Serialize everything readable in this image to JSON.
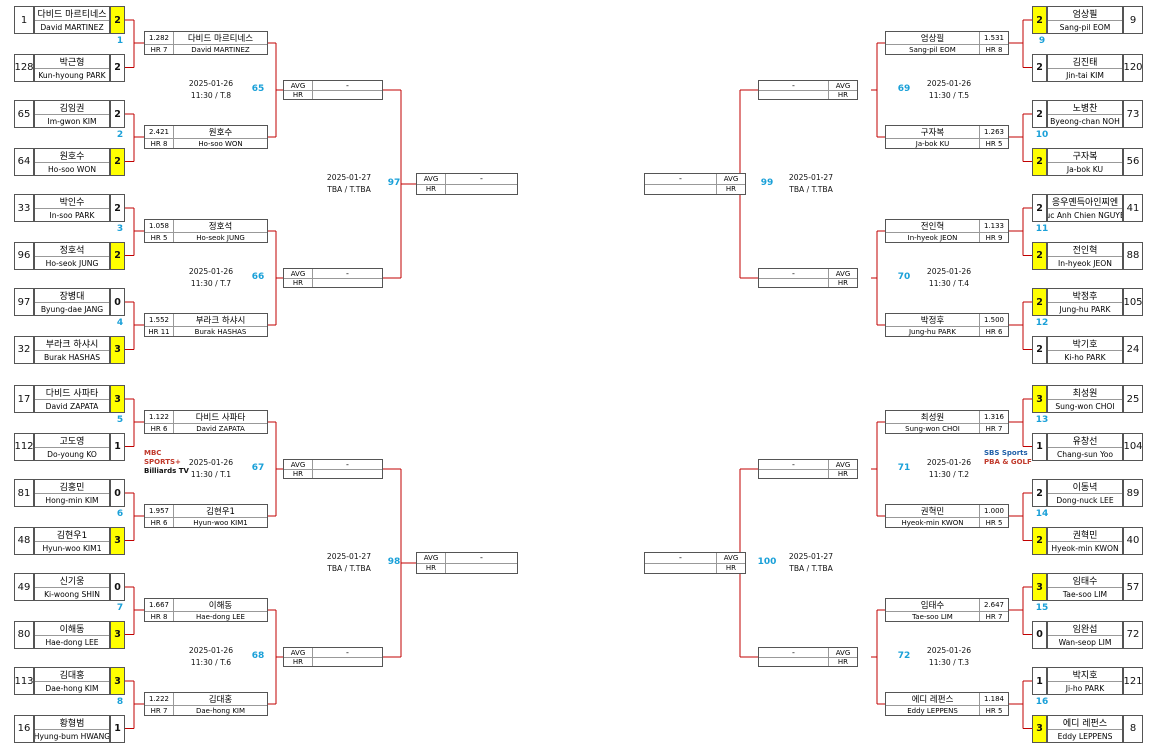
{
  "labels": {
    "avg": "AVG",
    "hr": "HR",
    "dash": "-"
  },
  "logos": {
    "left": {
      "top": "MBC SPORTS+",
      "bottom": "Billiards TV"
    },
    "right": {
      "top": "SBS Sports",
      "bottom": "PBA & GOLF"
    }
  },
  "colors": {
    "winner": "#ffff00",
    "game_number": "#1aa0d8",
    "connector": "#c00000"
  },
  "r1": [
    {
      "game": "1",
      "players": [
        {
          "seed": "1",
          "ko": "다비드 마르티네스",
          "en": "David MARTINEZ",
          "score": "2",
          "win": true
        },
        {
          "seed": "128",
          "ko": "박근형",
          "en": "Kun-hyoung PARK",
          "score": "2",
          "win": false
        }
      ]
    },
    {
      "game": "2",
      "players": [
        {
          "seed": "65",
          "ko": "김임권",
          "en": "Im-gwon KIM",
          "score": "2",
          "win": false
        },
        {
          "seed": "64",
          "ko": "원호수",
          "en": "Ho-soo WON",
          "score": "2",
          "win": true
        }
      ]
    },
    {
      "game": "3",
      "players": [
        {
          "seed": "33",
          "ko": "박인수",
          "en": "In-soo PARK",
          "score": "2",
          "win": false
        },
        {
          "seed": "96",
          "ko": "정호석",
          "en": "Ho-seok JUNG",
          "score": "2",
          "win": true
        }
      ]
    },
    {
      "game": "4",
      "players": [
        {
          "seed": "97",
          "ko": "장병대",
          "en": "Byung-dae JANG",
          "score": "0",
          "win": false
        },
        {
          "seed": "32",
          "ko": "부라크 하샤시",
          "en": "Burak HASHAS",
          "score": "3",
          "win": true
        }
      ]
    },
    {
      "game": "5",
      "players": [
        {
          "seed": "17",
          "ko": "다비드 사파타",
          "en": "David ZAPATA",
          "score": "3",
          "win": true
        },
        {
          "seed": "112",
          "ko": "고도영",
          "en": "Do-young KO",
          "score": "1",
          "win": false
        }
      ]
    },
    {
      "game": "6",
      "players": [
        {
          "seed": "81",
          "ko": "김홍민",
          "en": "Hong-min KIM",
          "score": "0",
          "win": false
        },
        {
          "seed": "48",
          "ko": "김현우1",
          "en": "Hyun-woo KIM1",
          "score": "3",
          "win": true
        }
      ]
    },
    {
      "game": "7",
      "players": [
        {
          "seed": "49",
          "ko": "신기웅",
          "en": "Ki-woong SHIN",
          "score": "0",
          "win": false
        },
        {
          "seed": "80",
          "ko": "이해동",
          "en": "Hae-dong LEE",
          "score": "3",
          "win": true
        }
      ]
    },
    {
      "game": "8",
      "players": [
        {
          "seed": "113",
          "ko": "김대홍",
          "en": "Dae-hong KIM",
          "score": "3",
          "win": true
        },
        {
          "seed": "16",
          "ko": "황형범",
          "en": "Hyung-bum HWANG",
          "score": "1",
          "win": false
        }
      ]
    },
    {
      "game": "9",
      "players": [
        {
          "seed": "9",
          "ko": "엄상필",
          "en": "Sang-pil EOM",
          "score": "2",
          "win": true
        },
        {
          "seed": "120",
          "ko": "김진태",
          "en": "Jin-tai KIM",
          "score": "2",
          "win": false
        }
      ]
    },
    {
      "game": "10",
      "players": [
        {
          "seed": "73",
          "ko": "노병찬",
          "en": "Byeong-chan NOH",
          "score": "2",
          "win": false
        },
        {
          "seed": "56",
          "ko": "구자복",
          "en": "Ja-bok KU",
          "score": "2",
          "win": true
        }
      ]
    },
    {
      "game": "11",
      "players": [
        {
          "seed": "41",
          "ko": "응우옌득아인찌엔",
          "en": "Duc Anh Chien NGUYEN",
          "score": "2",
          "win": false
        },
        {
          "seed": "88",
          "ko": "전인혁",
          "en": "In-hyeok JEON",
          "score": "2",
          "win": true
        }
      ]
    },
    {
      "game": "12",
      "players": [
        {
          "seed": "105",
          "ko": "박정후",
          "en": "Jung-hu PARK",
          "score": "2",
          "win": true
        },
        {
          "seed": "24",
          "ko": "박기호",
          "en": "Ki-ho PARK",
          "score": "2",
          "win": false
        }
      ]
    },
    {
      "game": "13",
      "players": [
        {
          "seed": "25",
          "ko": "최성원",
          "en": "Sung-won CHOI",
          "score": "3",
          "win": true
        },
        {
          "seed": "104",
          "ko": "유창선",
          "en": "Chang-sun Yoo",
          "score": "1",
          "win": false
        }
      ]
    },
    {
      "game": "14",
      "players": [
        {
          "seed": "89",
          "ko": "이동녁",
          "en": "Dong-nuck LEE",
          "score": "2",
          "win": false
        },
        {
          "seed": "40",
          "ko": "권혁민",
          "en": "Hyeok-min KWON",
          "score": "2",
          "win": true
        }
      ]
    },
    {
      "game": "15",
      "players": [
        {
          "seed": "57",
          "ko": "임태수",
          "en": "Tae-soo LIM",
          "score": "3",
          "win": true
        },
        {
          "seed": "72",
          "ko": "임완섭",
          "en": "Wan-seop LIM",
          "score": "0",
          "win": false
        }
      ]
    },
    {
      "game": "16",
      "players": [
        {
          "seed": "121",
          "ko": "박지호",
          "en": "Ji-ho PARK",
          "score": "1",
          "win": false
        },
        {
          "seed": "8",
          "ko": "에디 레펀스",
          "en": "Eddy LEPPENS",
          "score": "3",
          "win": true
        }
      ]
    }
  ],
  "r2": [
    {
      "game": "65",
      "date": "2025-01-26",
      "time": "11:30 / T.8",
      "players": [
        {
          "avg": "1.282",
          "hr": "HR 7",
          "ko": "다비드 마르티네스",
          "en": "David MARTINEZ"
        },
        {
          "avg": "2.421",
          "hr": "HR 8",
          "ko": "원호수",
          "en": "Ho-soo WON"
        }
      ]
    },
    {
      "game": "66",
      "date": "2025-01-26",
      "time": "11:30 / T.7",
      "players": [
        {
          "avg": "1.058",
          "hr": "HR 5",
          "ko": "정호석",
          "en": "Ho-seok JUNG"
        },
        {
          "avg": "1.552",
          "hr": "HR 11",
          "ko": "부라크 하샤시",
          "en": "Burak HASHAS"
        }
      ]
    },
    {
      "game": "67",
      "date": "2025-01-26",
      "time": "11:30 / T.1",
      "players": [
        {
          "avg": "1.122",
          "hr": "HR 6",
          "ko": "다비드 사파타",
          "en": "David ZAPATA"
        },
        {
          "avg": "1.957",
          "hr": "HR 6",
          "ko": "김현우1",
          "en": "Hyun-woo KIM1"
        }
      ]
    },
    {
      "game": "68",
      "date": "2025-01-26",
      "time": "11:30 / T.6",
      "players": [
        {
          "avg": "1.667",
          "hr": "HR 8",
          "ko": "이해동",
          "en": "Hae-dong LEE"
        },
        {
          "avg": "1.222",
          "hr": "HR 7",
          "ko": "김대홍",
          "en": "Dae-hong KIM"
        }
      ]
    },
    {
      "game": "69",
      "date": "2025-01-26",
      "time": "11:30 / T.5",
      "players": [
        {
          "avg": "1.531",
          "hr": "HR 8",
          "ko": "엄상필",
          "en": "Sang-pil EOM"
        },
        {
          "avg": "1.263",
          "hr": "HR 5",
          "ko": "구자복",
          "en": "Ja-bok KU"
        }
      ]
    },
    {
      "game": "70",
      "date": "2025-01-26",
      "time": "11:30 / T.4",
      "players": [
        {
          "avg": "1.133",
          "hr": "HR 9",
          "ko": "전인혁",
          "en": "In-hyeok JEON"
        },
        {
          "avg": "1.500",
          "hr": "HR 6",
          "ko": "박정후",
          "en": "Jung-hu PARK"
        }
      ]
    },
    {
      "game": "71",
      "date": "2025-01-26",
      "time": "11:30 / T.2",
      "players": [
        {
          "avg": "1.316",
          "hr": "HR 7",
          "ko": "최성원",
          "en": "Sung-won CHOI"
        },
        {
          "avg": "1.000",
          "hr": "HR 5",
          "ko": "권혁민",
          "en": "Hyeok-min KWON"
        }
      ]
    },
    {
      "game": "72",
      "date": "2025-01-26",
      "time": "11:30 / T.3",
      "players": [
        {
          "avg": "2.647",
          "hr": "HR 7",
          "ko": "임태수",
          "en": "Tae-soo LIM"
        },
        {
          "avg": "1.184",
          "hr": "HR 5",
          "ko": "에디 레펀스",
          "en": "Eddy LEPPENS"
        }
      ]
    }
  ],
  "r3": [
    {
      "game": "97",
      "date": "2025-01-27",
      "time": "TBA / T.TBA"
    },
    {
      "game": "98",
      "date": "2025-01-27",
      "time": "TBA / T.TBA"
    },
    {
      "game": "99",
      "date": "2025-01-27",
      "time": "TBA / T.TBA"
    },
    {
      "game": "100",
      "date": "2025-01-27",
      "time": "TBA / T.TBA"
    }
  ]
}
